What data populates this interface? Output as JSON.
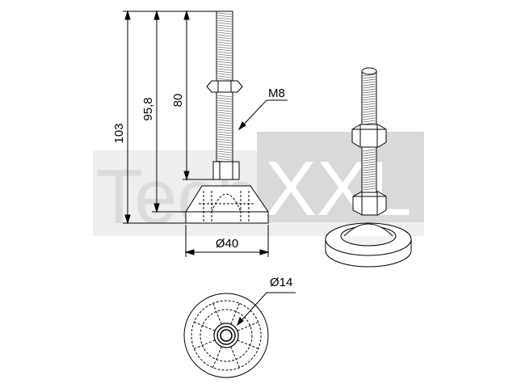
{
  "watermark": {
    "left_text": "Tech",
    "right_text": "XXL",
    "box_color": "#d9d9d9"
  },
  "dimensions": {
    "height_total": "103",
    "height_mid": "95,8",
    "height_thread": "80",
    "thread": "M8",
    "base_diameter": "Ø40",
    "pad_diameter": "Ø14"
  },
  "colors": {
    "line": "#000000",
    "thread_shade": "#888888"
  }
}
